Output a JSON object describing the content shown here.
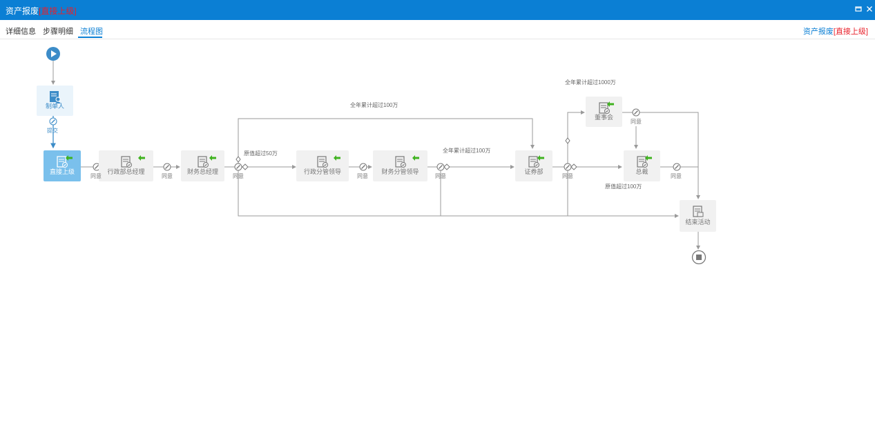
{
  "window": {
    "title": "资产报废",
    "title_suffix": "[直接上级]",
    "restore_icon": "restore-icon",
    "close_icon": "close-icon"
  },
  "tabs": [
    {
      "label": "详细信息"
    },
    {
      "label": "步骤明细"
    },
    {
      "label": "流程图",
      "active": true
    }
  ],
  "header_link": {
    "prefix": "资产报废",
    "suffix": "[直接上级]"
  },
  "flow": {
    "nodes": {
      "maker": "制单人",
      "direct": "直接上级",
      "admin_gm": "行政部总经理",
      "finance_gm": "财务总经理",
      "admin_leader": "行政分管领导",
      "finance_leader": "财务分管领导",
      "securities": "证券部",
      "board": "董事会",
      "ceo": "总裁",
      "end_activity": "结束活动"
    },
    "edges": {
      "submit": "提交",
      "agree": "同意"
    },
    "conditions": {
      "year_over_100": "全年累计超过100万",
      "orig_over_50": "原值超过50万",
      "year_over_100b": "全年累计超过100万",
      "year_over_1000": "全年累计超过1000万",
      "orig_over_100": "原值超过100万"
    },
    "colors": {
      "accent": "#0b7fd4",
      "active_node": "#7ac0ec",
      "green_arrow": "#3fb21f",
      "line": "#9a9a9a"
    }
  }
}
